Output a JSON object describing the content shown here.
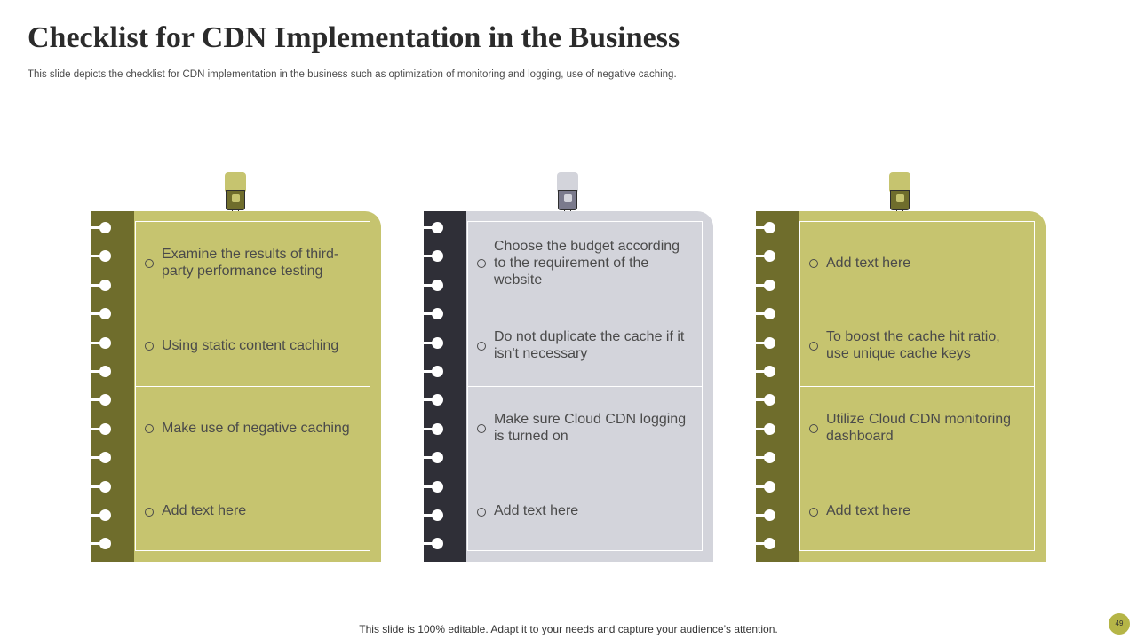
{
  "slide": {
    "title": "Checklist for CDN Implementation in the Business",
    "subtitle": "This slide depicts the checklist for CDN implementation in the business such as optimization of monitoring and logging, use of negative caching.",
    "footer": "This slide is 100% editable. Adapt it to your needs and capture your audience’s attention.",
    "page_number": "49"
  },
  "colors": {
    "olive_light": "#c6c46f",
    "olive_dark": "#6f6d2c",
    "gray_light": "#d3d4db",
    "gray_dark": "#2f2f37",
    "text": "#4a4a4a"
  },
  "notepads": [
    {
      "theme": "olive",
      "items": [
        "Examine the results of third-party performance testing",
        "Using static content caching",
        "Make use of negative caching",
        "Add text here"
      ]
    },
    {
      "theme": "gray",
      "items": [
        "Choose the budget according to the requirement of the website",
        "Do not duplicate the cache if it isn't necessary",
        "Make sure Cloud CDN logging is turned on",
        "Add text here"
      ]
    },
    {
      "theme": "olive",
      "items": [
        "Add text here",
        "To boost the cache hit ratio, use unique cache keys",
        "Utilize Cloud CDN monitoring dashboard",
        "Add text here"
      ]
    }
  ]
}
